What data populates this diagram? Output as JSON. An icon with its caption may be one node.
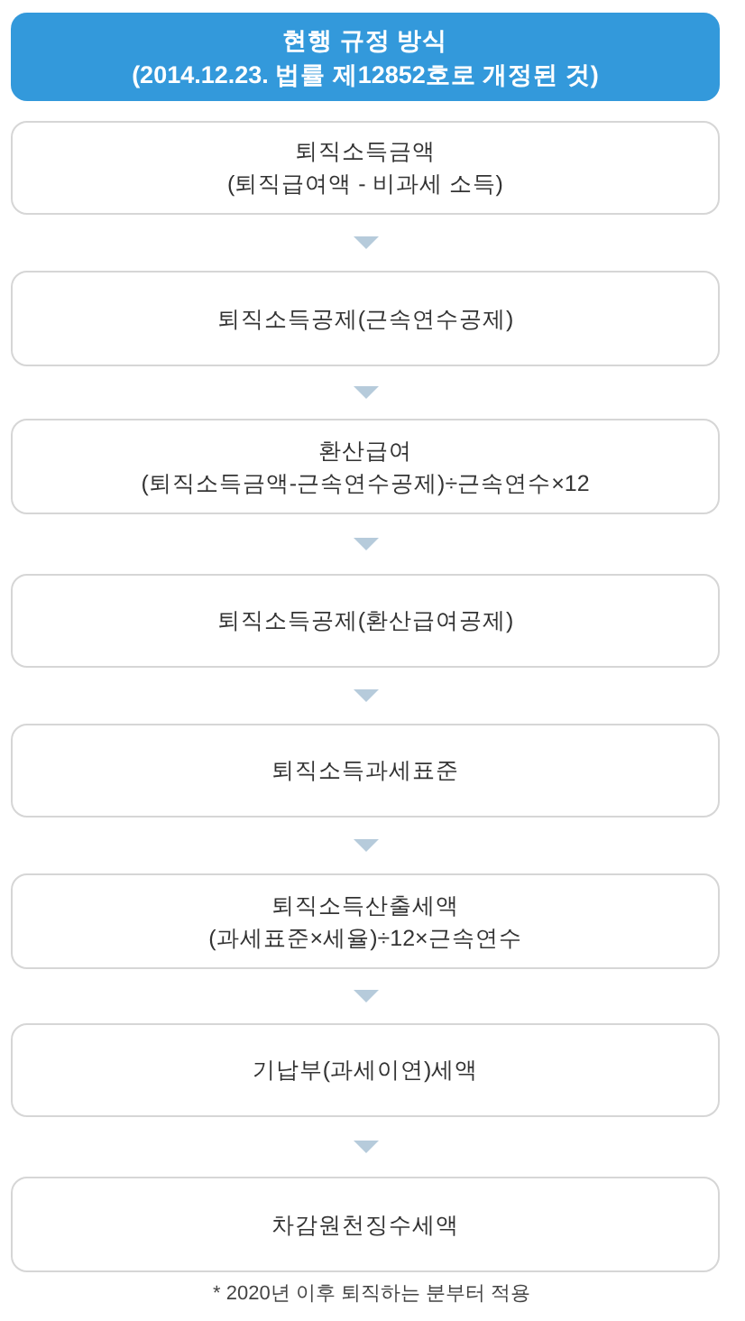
{
  "diagram": {
    "nodes": [
      {
        "text": [
          "현행 규정 방식",
          "(2014.12.23. 법률 제12852호로 개정된 것)"
        ]
      },
      {
        "text": [
          "퇴직소득금액",
          "(퇴직급여액 - 비과세 소득)"
        ]
      },
      {
        "text": [
          "퇴직소득공제(근속연수공제)"
        ]
      },
      {
        "text": [
          "환산급여",
          "(퇴직소득금액-근속연수공제)÷근속연수×12"
        ]
      },
      {
        "text": [
          "퇴직소득공제(환산급여공제)"
        ]
      },
      {
        "text": [
          "퇴직소득과세표준"
        ]
      },
      {
        "text": [
          "퇴직소득산출세액",
          "(과세표준×세율)÷12×근속연수"
        ]
      },
      {
        "text": [
          "기납부(과세이연)세액"
        ]
      },
      {
        "text": [
          "차감원천징수세액"
        ]
      }
    ],
    "edges": [
      {
        "from": 1,
        "to": 2,
        "arrow": "to"
      },
      {
        "from": 2,
        "to": 3,
        "arrow": "to"
      },
      {
        "from": 3,
        "to": 4,
        "arrow": "to"
      },
      {
        "from": 4,
        "to": 5,
        "arrow": "to"
      },
      {
        "from": 5,
        "to": 6,
        "arrow": "to"
      },
      {
        "from": 6,
        "to": 7,
        "arrow": "to"
      },
      {
        "from": 7,
        "to": 8,
        "arrow": "to"
      }
    ],
    "labels": [
      "* 2020년 이후 퇴직하는 분부터 적용"
    ]
  }
}
